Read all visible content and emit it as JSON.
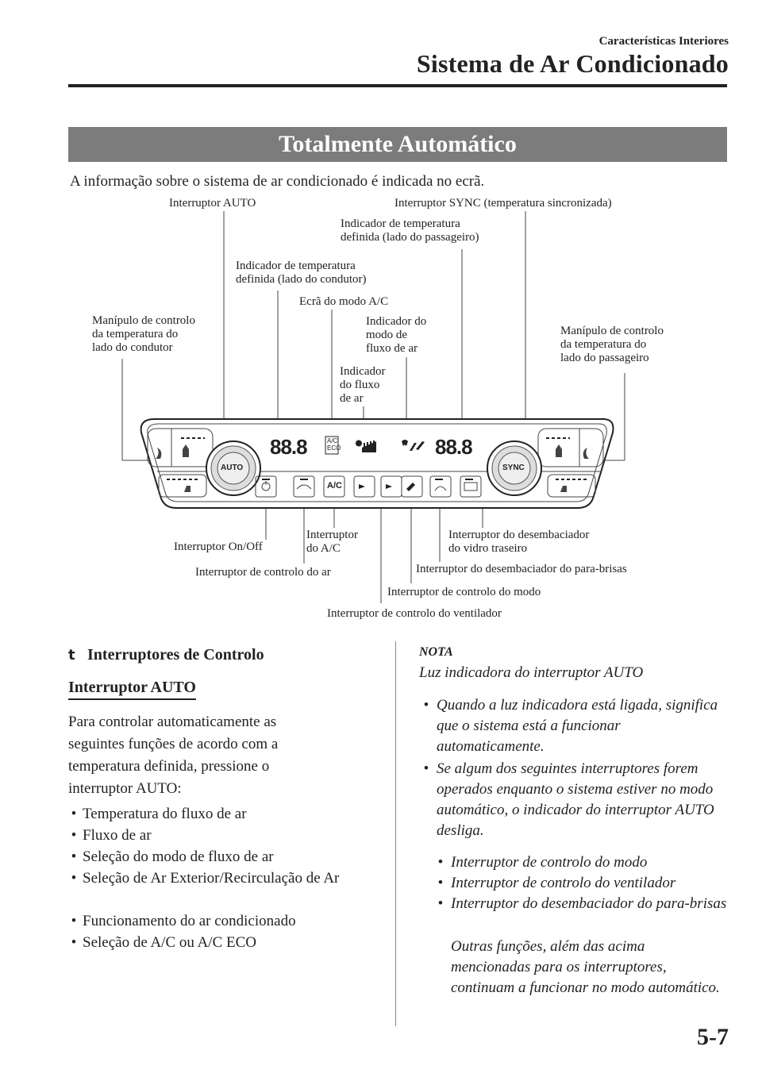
{
  "header": {
    "section": "Características Interiores",
    "title": "Sistema de Ar Condicionado"
  },
  "banner": "Totalmente Automático",
  "intro": "A informação sobre o sistema de ar condicionado é indicada no ecrã.",
  "diagram": {
    "labels": {
      "auto_switch": "Interruptor AUTO",
      "sync_switch": "Interruptor SYNC (temperatura sincronizada)",
      "pass_temp_indicator": "Indicador de temperatura\ndefinida (lado do passageiro)",
      "driver_temp_indicator": "Indicador de temperatura\ndefinida (lado do condutor)",
      "ac_mode_screen": "Ecrã do modo A/C",
      "driver_temp_dial": "Manípulo de controlo\nda temperatura do\nlado do condutor",
      "airflow_mode_indicator": "Indicador do\nmodo de\nfluxo de ar",
      "pass_temp_dial": "Manípulo de controlo\nda temperatura do\nlado do passageiro",
      "airflow_indicator": "Indicador\ndo fluxo\nde ar",
      "onoff_switch": "Interruptor On/Off",
      "ac_switch": "Interruptor\ndo A/C",
      "rear_defrost_switch": "Interruptor do desembaciador\ndo vidro traseiro",
      "air_control_switch": "Interruptor de controlo do ar",
      "windshield_defrost_switch": "Interruptor do desembaciador do para-brisas",
      "mode_switch": "Interruptor de controlo do modo",
      "fan_switch": "Interruptor de controlo do ventilador"
    },
    "panel": {
      "auto_text": "AUTO",
      "sync_text": "SYNC",
      "ac_text": "A/C",
      "display_left": "88.8",
      "display_right": "88.8",
      "ac_icon_top": "A/C",
      "ac_icon_bottom": "ECO"
    }
  },
  "section": {
    "mark": "t",
    "heading": "Interruptores de Controlo",
    "subheading": "Interruptor AUTO",
    "paragraph": "Para controlar automaticamente as seguintes funções de acordo com a temperatura definida, pressione o interruptor AUTO:",
    "bullet_char": "•",
    "bullets": [
      "Temperatura do fluxo de ar",
      "Fluxo de ar",
      "Seleção do modo de fluxo de ar",
      "Seleção de Ar Exterior/Recirculação de Ar",
      "Funcionamento do ar condicionado",
      "Seleção de A/C ou A/C ECO"
    ]
  },
  "nota": {
    "heading": "NOTA",
    "subheading": "Luz indicadora do interruptor AUTO",
    "bullets": [
      "Quando a luz indicadora está ligada, significa que o sistema está a funcionar automaticamente.",
      "Se algum dos seguintes interruptores forem operados enquanto o sistema estiver no modo automático, o indicador do interruptor AUTO desliga."
    ],
    "sub_bullets": [
      "Interruptor de controlo do modo",
      "Interruptor de controlo do ventilador",
      "Interruptor do desembaciador do para-brisas"
    ],
    "closing": "Outras funções, além das acima mencionadas para os interruptores, continuam a funcionar no modo automático."
  },
  "page_number": "5-7"
}
